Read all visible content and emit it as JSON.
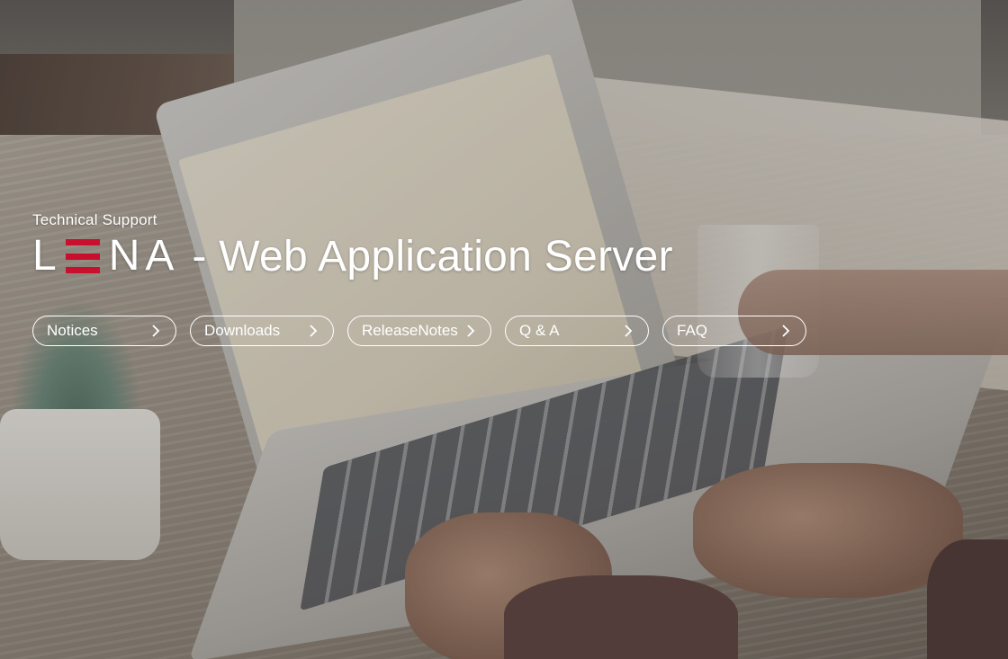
{
  "hero": {
    "kicker": "Technical Support",
    "logo_letters": [
      "L",
      "N",
      "A"
    ],
    "logo_alt": "LENA",
    "title": "- Web Application Server",
    "brand_color": "#c8102e"
  },
  "nav": [
    {
      "label": "Notices",
      "icon": "chevron-right-icon"
    },
    {
      "label": "Downloads",
      "icon": "chevron-right-icon"
    },
    {
      "label": "ReleaseNotes",
      "icon": "chevron-right-icon"
    },
    {
      "label": "Q & A",
      "icon": "chevron-right-icon"
    },
    {
      "label": "FAQ",
      "icon": "chevron-right-icon"
    }
  ]
}
